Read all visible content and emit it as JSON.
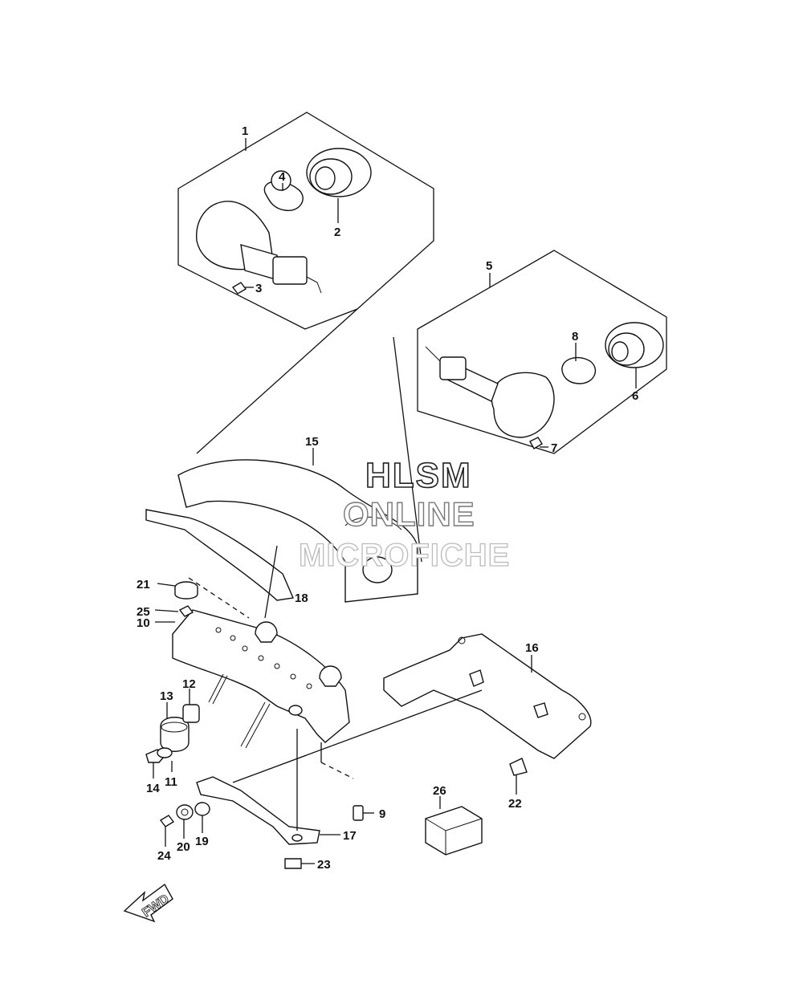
{
  "watermark": {
    "line1": "HLSM",
    "line2": "ONLINE",
    "line3": "MICROFICHE"
  },
  "direction_indicator": "FWD",
  "callouts": [
    {
      "id": "c1",
      "label": "1"
    },
    {
      "id": "c2",
      "label": "2"
    },
    {
      "id": "c3",
      "label": "3"
    },
    {
      "id": "c4",
      "label": "4"
    },
    {
      "id": "c5",
      "label": "5"
    },
    {
      "id": "c6",
      "label": "6"
    },
    {
      "id": "c7",
      "label": "7"
    },
    {
      "id": "c8",
      "label": "8"
    },
    {
      "id": "c9",
      "label": "9"
    },
    {
      "id": "c10",
      "label": "10"
    },
    {
      "id": "c11",
      "label": "11"
    },
    {
      "id": "c12",
      "label": "12"
    },
    {
      "id": "c13",
      "label": "13"
    },
    {
      "id": "c14",
      "label": "14"
    },
    {
      "id": "c15",
      "label": "15"
    },
    {
      "id": "c16",
      "label": "16"
    },
    {
      "id": "c17",
      "label": "17"
    },
    {
      "id": "c18",
      "label": "18"
    },
    {
      "id": "c19",
      "label": "19"
    },
    {
      "id": "c20",
      "label": "20"
    },
    {
      "id": "c21",
      "label": "21"
    },
    {
      "id": "c22",
      "label": "22"
    },
    {
      "id": "c23",
      "label": "23"
    },
    {
      "id": "c24",
      "label": "24"
    },
    {
      "id": "c25",
      "label": "25"
    },
    {
      "id": "c26",
      "label": "26"
    }
  ]
}
